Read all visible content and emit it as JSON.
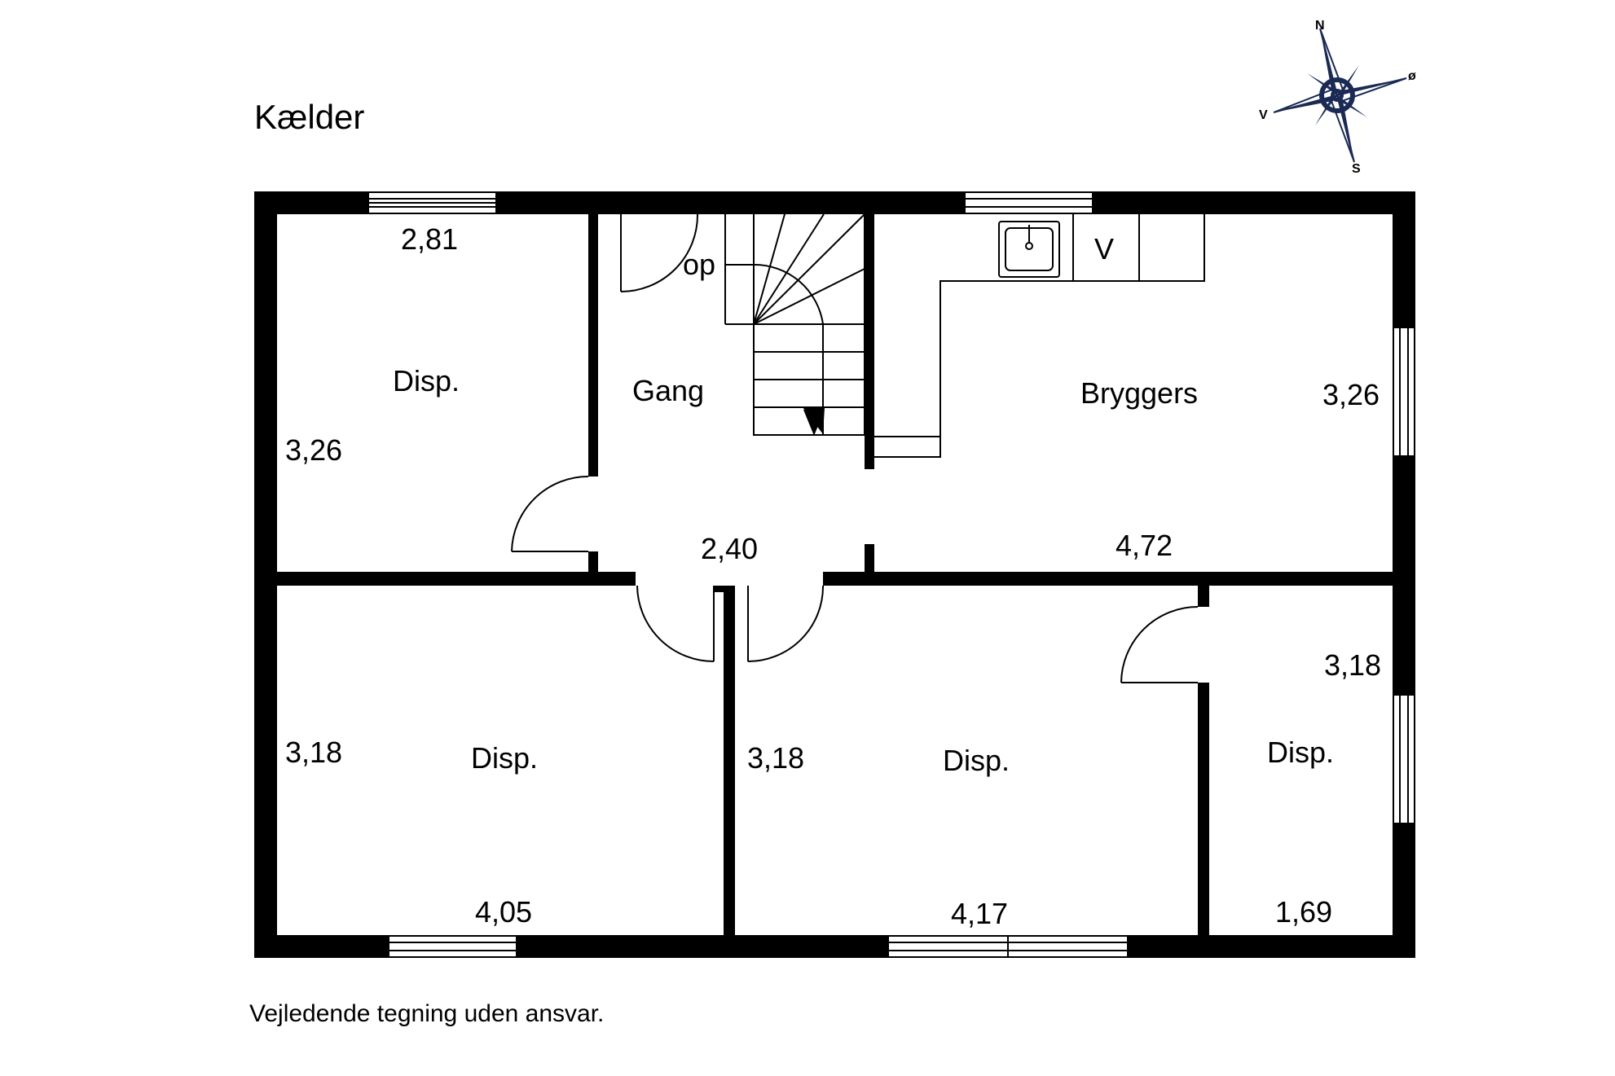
{
  "title": "Kælder",
  "footer": "Vejledende tegning uden ansvar.",
  "compass": {
    "n": "N",
    "e": "ø",
    "s": "S",
    "w": "V",
    "color": "#1b2a55"
  },
  "rooms": {
    "disp_top_left": "Disp.",
    "gang": "Gang",
    "bryggers": "Bryggers",
    "disp_bottom_left": "Disp.",
    "disp_bottom_mid": "Disp.",
    "disp_bottom_right": "Disp."
  },
  "stair_label": "op",
  "appliance_label": "V",
  "dimensions": {
    "top_left_width": "2,81",
    "top_left_height": "3,26",
    "gang_width": "2,40",
    "bryggers_width": "4,72",
    "bryggers_height": "3,26",
    "bottom_left_height": "3,18",
    "bottom_left_width": "4,05",
    "bottom_mid_height": "3,18",
    "bottom_mid_width": "4,17",
    "bottom_right_height": "3,18",
    "bottom_right_width": "1,69"
  }
}
